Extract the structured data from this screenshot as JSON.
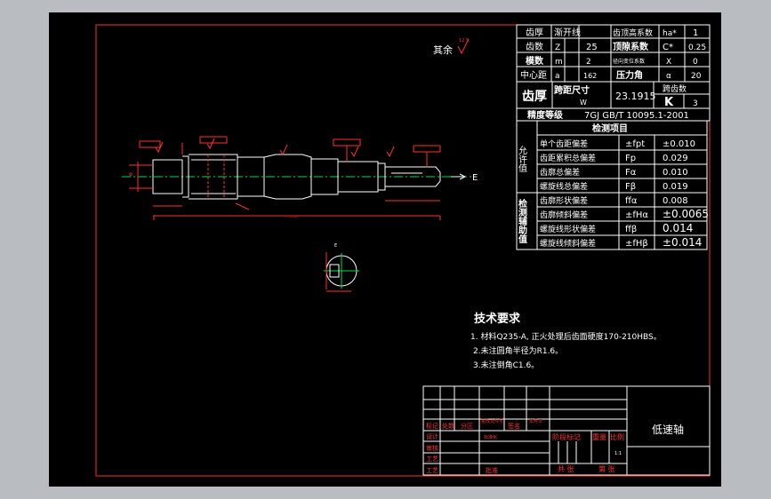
{
  "viewport": {
    "background": "#000000",
    "frame": "#ff2020"
  },
  "surface_finish": {
    "label": "其余",
    "value": "12.5"
  },
  "gear_params": {
    "row1": {
      "c1": "齿厚",
      "c2": "渐开线",
      "c3": "齿顶高系数",
      "c4": "ha*",
      "c5": "1"
    },
    "row2": {
      "c1": "齿数",
      "c2": "Z",
      "c3": "25",
      "c4": "顶隙系数",
      "c5": "C*",
      "c6": "0.25"
    },
    "row3": {
      "c1": "模数",
      "c2": "m",
      "c3": "2",
      "c4": "径向变位系数",
      "c5": "X",
      "c6": "0"
    },
    "row4": {
      "c1": "中心距",
      "c2": "a",
      "c3": "162",
      "c4": "压力角",
      "c5": "α",
      "c6": "20"
    },
    "row5": {
      "c1": "齿厚",
      "c2": "跨距尺寸",
      "c3": "W",
      "c4": "23.1915",
      "c5": "跨齿数",
      "c6": "K",
      "c7": "3"
    },
    "row6": {
      "c1": "精度等级",
      "c2": "7GJ GB/T 10095.1-2001"
    }
  },
  "inspection": {
    "title": "检测项目",
    "group1": "允许值",
    "group2": "检测辅助值",
    "rows": [
      {
        "name": "单个齿距偏差",
        "symbol": "±fpt",
        "value": "±0.010"
      },
      {
        "name": "齿距累积总偏差",
        "symbol": "Fp",
        "value": "0.029"
      },
      {
        "name": "齿廓总偏差",
        "symbol": "Fα",
        "value": "0.010"
      },
      {
        "name": "螺旋线总偏差",
        "symbol": "Fβ",
        "value": "0.019"
      },
      {
        "name": "齿廓形状偏差",
        "symbol": "ffα",
        "value": "0.008"
      },
      {
        "name": "齿廓倾斜偏差",
        "symbol": "±fHα",
        "value": "±0.0065"
      },
      {
        "name": "螺旋线形状偏差",
        "symbol": "ffβ",
        "value": "0.014"
      },
      {
        "name": "螺旋线倾斜偏差",
        "symbol": "±fHβ",
        "value": "±0.014"
      }
    ]
  },
  "tech_req": {
    "title": "技术要求",
    "items": [
      "1. 材料Q235-A, 正火处理后齿面硬度170-210HBS。",
      "2.未注圆角半径为R1.6。",
      "3.未注倒角C1.6。"
    ]
  },
  "shaft": {
    "section_label": "E",
    "section_mark": "E"
  },
  "title_block": {
    "part_name": "低速轴",
    "labels": {
      "mark": "标记",
      "count": "处数",
      "zone": "分区",
      "doc_no": "更改文件号",
      "sign": "签名",
      "date": "年月日",
      "design": "设计",
      "std": "标准化",
      "check": "审核",
      "craft": "工艺",
      "approve": "批准",
      "stage": "阶段标记",
      "weight": "重量",
      "scale": "比例",
      "sheets": "共  张",
      "sheet": "第  张"
    },
    "scale_value": "1:1"
  }
}
